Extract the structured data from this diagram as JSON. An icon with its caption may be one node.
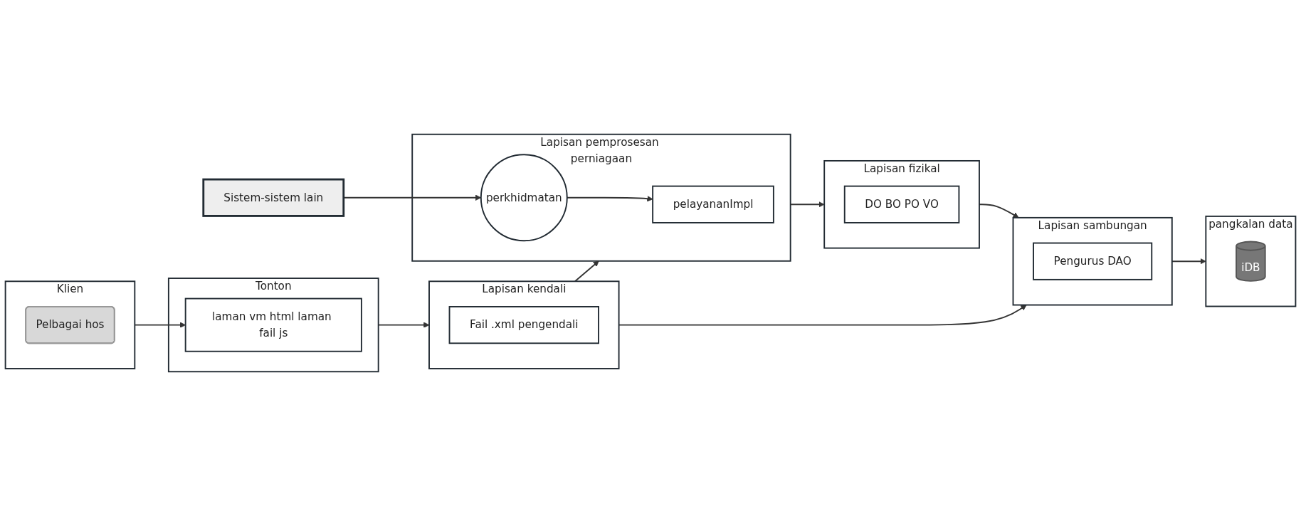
{
  "diagram": {
    "nodes": [
      {
        "text": [
          "Klien"
        ]
      },
      {
        "text": [
          "Pelbagai hos"
        ],
        "in": 0
      },
      {
        "text": [
          "Tonton"
        ]
      },
      {
        "text": [
          "laman vm html laman fail js"
        ],
        "in": 2
      },
      {
        "text": [
          "Lapisan kendali"
        ]
      },
      {
        "text": [
          "Fail .xml pengendali"
        ],
        "in": 4
      },
      {
        "text": [
          "Lapisan pemprosesan perniagaan"
        ]
      },
      {
        "text": [
          "pelayananImpl"
        ],
        "in": 6
      },
      {
        "text": [
          "perkhidmatan"
        ],
        "in": 6
      },
      {
        "text": [
          "Lapisan fizikal"
        ]
      },
      {
        "text": [
          "DO BO PO VO"
        ],
        "in": 9
      },
      {
        "text": [
          "Lapisan sambungan"
        ]
      },
      {
        "text": [
          "Pengurus DAO"
        ],
        "in": 11
      },
      {
        "text": [
          "pangkalan data"
        ]
      },
      {
        "text": [
          "iDB"
        ],
        "in": 13
      },
      {
        "text": [
          "Sistem-sistem lain"
        ]
      }
    ],
    "edges": [
      {
        "from": 0,
        "to": 3,
        "arrow": "to"
      },
      {
        "from": 2,
        "to": 4,
        "arrow": "to"
      },
      {
        "from": 4,
        "to": 6,
        "arrow": "to"
      },
      {
        "from": 6,
        "to": 9,
        "arrow": "to"
      },
      {
        "from": 9,
        "to": 11,
        "arrow": "to"
      },
      {
        "from": 11,
        "to": 13,
        "arrow": "to"
      },
      {
        "from": 4,
        "to": 11,
        "arrow": "to"
      },
      {
        "from": 8,
        "to": 7,
        "arrow": "to"
      },
      {
        "from": 15,
        "to": 8,
        "arrow": "to"
      }
    ]
  }
}
